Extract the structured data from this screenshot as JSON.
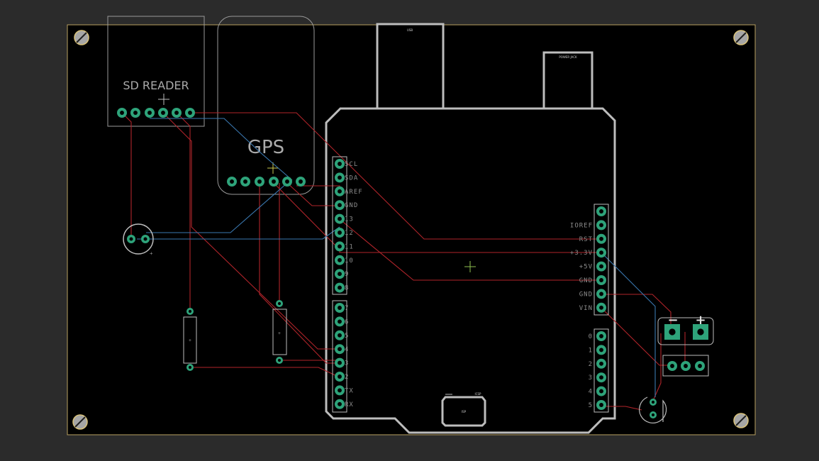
{
  "labels": {
    "sd_reader": "SD READER",
    "gps": "GPS",
    "usb": "USB",
    "power_jack": "POWER JACK",
    "isp": "ISP",
    "minus": "−",
    "plus": "+"
  },
  "arduino_left_top_pins": [
    "SCL",
    "SDA",
    "AREF",
    "GND",
    "13",
    "12",
    "11",
    "10",
    "9",
    "8"
  ],
  "arduino_left_bottom_pins": [
    "7",
    "6",
    "5",
    "4",
    "3",
    "2",
    "TX",
    "RX"
  ],
  "arduino_right_power_pins": [
    "",
    "IOREF",
    "RST",
    "+3.3V",
    "+5V",
    "GND",
    "GND",
    "VIN"
  ],
  "arduino_right_analog_pins": [
    "0",
    "1",
    "2",
    "3",
    "4",
    "5"
  ],
  "colors": {
    "background": "#2b2b2b",
    "board": "#000000",
    "board_outline": "#b8a060",
    "silkscreen": "#bdbdbd",
    "pad": "#2ea37a",
    "trace_top": "#b0242a",
    "trace_bottom": "#3a78b0"
  }
}
